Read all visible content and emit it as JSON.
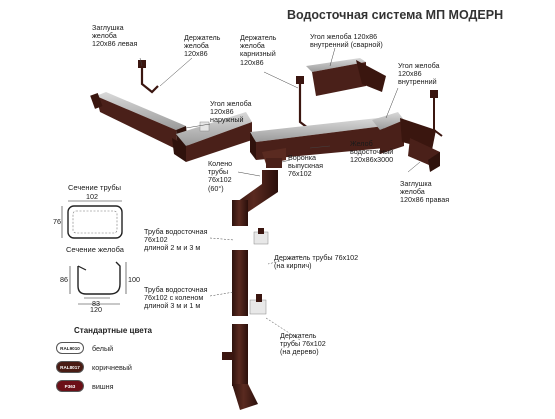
{
  "title": "Водосточная система МП МОДЕРН",
  "labels": {
    "end_cap_left": "Заглушка\nжелоба\n120х86 левая",
    "gutter_holder": "Держатель\nжелоба\n120х86",
    "cornice_holder": "Держатель\nжелоба\nкарнизный\n120х86",
    "inner_corner_welded": "Угол желоба 120х86\nвнутренний (сварной)",
    "inner_corner": "Угол желоба\n120х86\nвнутренний",
    "outer_corner": "Угол желоба\n120х86\nнаружный",
    "gutter": "Желоб\nводосточный\n120х86х3000",
    "outlet_funnel": "Воронка\nвыпускная\n76х102",
    "elbow": "Колено\nтрубы\n76х102\n(60°)",
    "end_cap_right": "Заглушка\nжелоба\n120х86 правая",
    "pipe_2m_3m": "Труба водосточная\n76х102\nдлиной 2 м и 3 м",
    "pipe_holder_brick": "Держатель трубы 76х102\n(на кирпич)",
    "pipe_with_elbow": "Труба водосточная\n76х102 с коленом\nдлиной 3 м и 1 м",
    "pipe_holder_wood": "Держатель\nтрубы 76х102\n(на дерево)"
  },
  "pipe_section": {
    "title": "Сечение трубы",
    "width": "102",
    "height": "76"
  },
  "gutter_section": {
    "title": "Сечение желоба",
    "left_height": "86",
    "right_height": "100",
    "bottom_inner": "83",
    "bottom_outer": "120"
  },
  "colors_section": {
    "title": "Стандартные цвета",
    "items": [
      {
        "code": "RAL9010",
        "name": "белый",
        "color": "#ffffff",
        "text_color": "#222222"
      },
      {
        "code": "RAL8017",
        "name": "коричневый",
        "color": "#4a1c14",
        "text_color": "#ffffff"
      },
      {
        "code": "P363",
        "name": "вишня",
        "color": "#6b0f17",
        "text_color": "#ffffff"
      }
    ]
  },
  "product_color": "#4a2019"
}
